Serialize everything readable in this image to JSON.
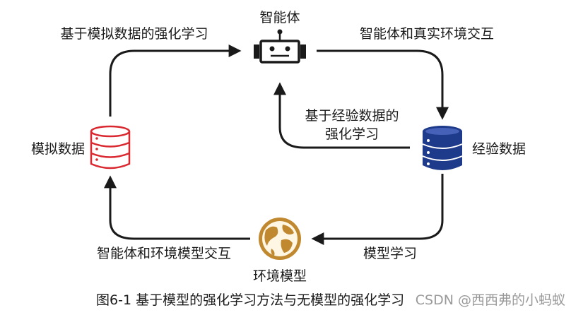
{
  "nodes": {
    "agent": "智能体",
    "experience": "经验数据",
    "simulated": "模拟数据",
    "env_model": "环境模型"
  },
  "edges": {
    "agent_real": "智能体和真实环境交互",
    "model_learning": "模型学习",
    "agent_env_model": "智能体和环境模型交互",
    "sim_rl": "基于模拟数据的强化学习",
    "exp_rl_line1": "基于经验数据的",
    "exp_rl_line2": "强化学习"
  },
  "caption": "图6-1 基于模型的强化学习方法与无模型的强化学习",
  "watermark": "CSDN @西西弗的小蚂蚁",
  "colors": {
    "simulated": "#d9282f",
    "experience": "#1e3a8a",
    "globe": "#c0892f",
    "line": "#1a1a1a"
  }
}
